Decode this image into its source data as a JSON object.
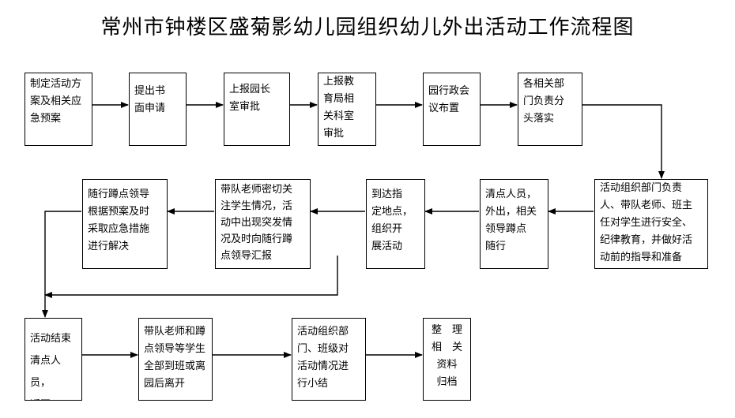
{
  "title": "常州市钟楼区盛菊影幼儿园组织幼儿外出活动工作流程图",
  "steps": {
    "s1": "制定活动方\n案及相关应\n急预案",
    "s2": "提出书\n面申请",
    "s3": "上报园长\n室审批",
    "s4": "上报教\n育局相\n关科室\n审批",
    "s5": "园行政会\n议布置",
    "s6": "各相关部\n门负责分\n头落实",
    "s7": "活动组织部门负责\n人、带队老师、班主\n任对学生进行安全、\n纪律教育，并做好活\n动前的指导和准备",
    "s8": "清点人员，\n外出，相关\n领导蹲点\n随行",
    "s9": "到达指\n定地点，\n组织开\n展活动",
    "s10": "带队老师密切关\n注学生情况，活\n动中出现突发情\n况及时向随行蹲\n点领导汇报",
    "s11": "随行蹲点领导\n根据预案及时\n采取应急措施\n进行解决",
    "s12": "活动结束\n清点人员，\n返回",
    "s13": "带队老师和蹲\n点领导等学生\n全部到班或离\n园后离开",
    "s14": "活动组织部\n门、班级对\n活动情况进\n行小结",
    "s15": "整　理\n相　关\n资料\n归档"
  },
  "colors": {
    "line": "#000000",
    "mark": "#555555"
  }
}
